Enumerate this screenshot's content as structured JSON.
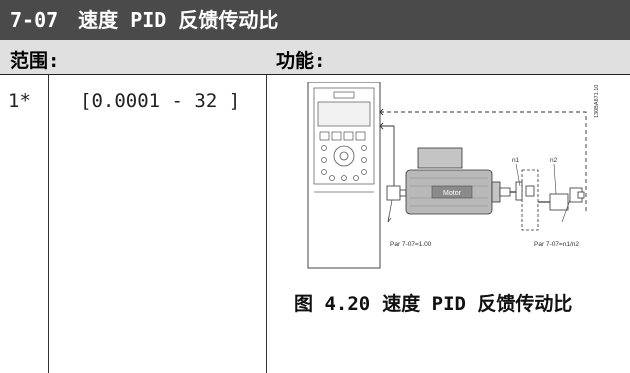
{
  "title": {
    "code": "7-07",
    "text": "速度 PID 反馈传动比"
  },
  "header": {
    "range_label": "范围:",
    "function_label": "功能:"
  },
  "row": {
    "default": "1*",
    "range": "[0.0001 - 32 ]"
  },
  "figure": {
    "caption_number": "图 4.20",
    "caption_text": "速度 PID 反馈传动比",
    "motor_label": "Motor",
    "n1_label": "n1",
    "n2_label": "n2",
    "par_left": "Par 7-07=1.00",
    "par_right": "Par 7-07=n1/n2",
    "figure_id": "130BA871.10"
  },
  "colors": {
    "title_bg": "#4a4a4a",
    "header_bg": "#e0e0e0",
    "motor_fill": "#b9b9b9"
  }
}
